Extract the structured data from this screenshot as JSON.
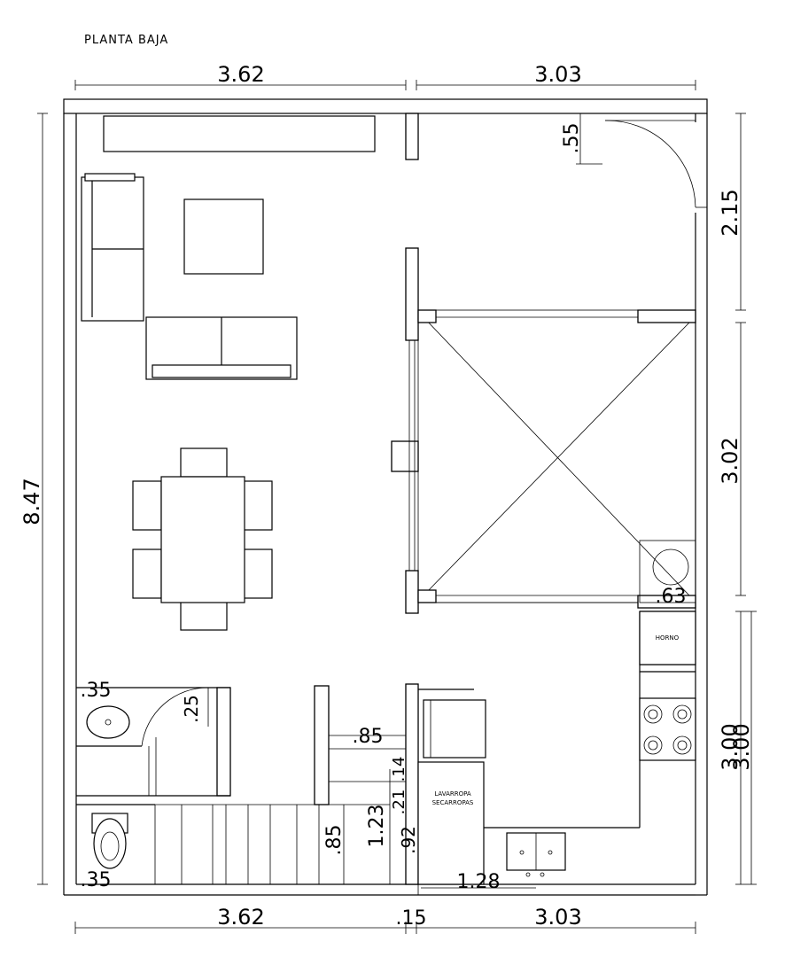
{
  "title": "PLANTA BAJA",
  "dimensions": {
    "top_left": "3.62",
    "top_right": "3.03",
    "bottom_left": "3.62",
    "bottom_mid": ".15",
    "bottom_right": "3.03",
    "left_total": "8.47",
    "right_upper": "2.15",
    "right_middle": "3.02",
    "right_lower_a": "3.00",
    "right_lower_b": "3.00",
    "door_width": ".55",
    "washer_dim": ".63",
    "bath_left_top": ".35",
    "bath_left_bottom": ".35",
    "sink_dim": ".25",
    "stair_top": ".85",
    "stair_side": ".85",
    "step_14": ".14",
    "step_21": ".21",
    "height_123": "1.23",
    "height_92": ".92",
    "laundry_width": "1.28"
  },
  "labels": {
    "horno": "HORNO",
    "lavarropa": "LAVARROPA",
    "secarropas": "SECARROPAS"
  }
}
